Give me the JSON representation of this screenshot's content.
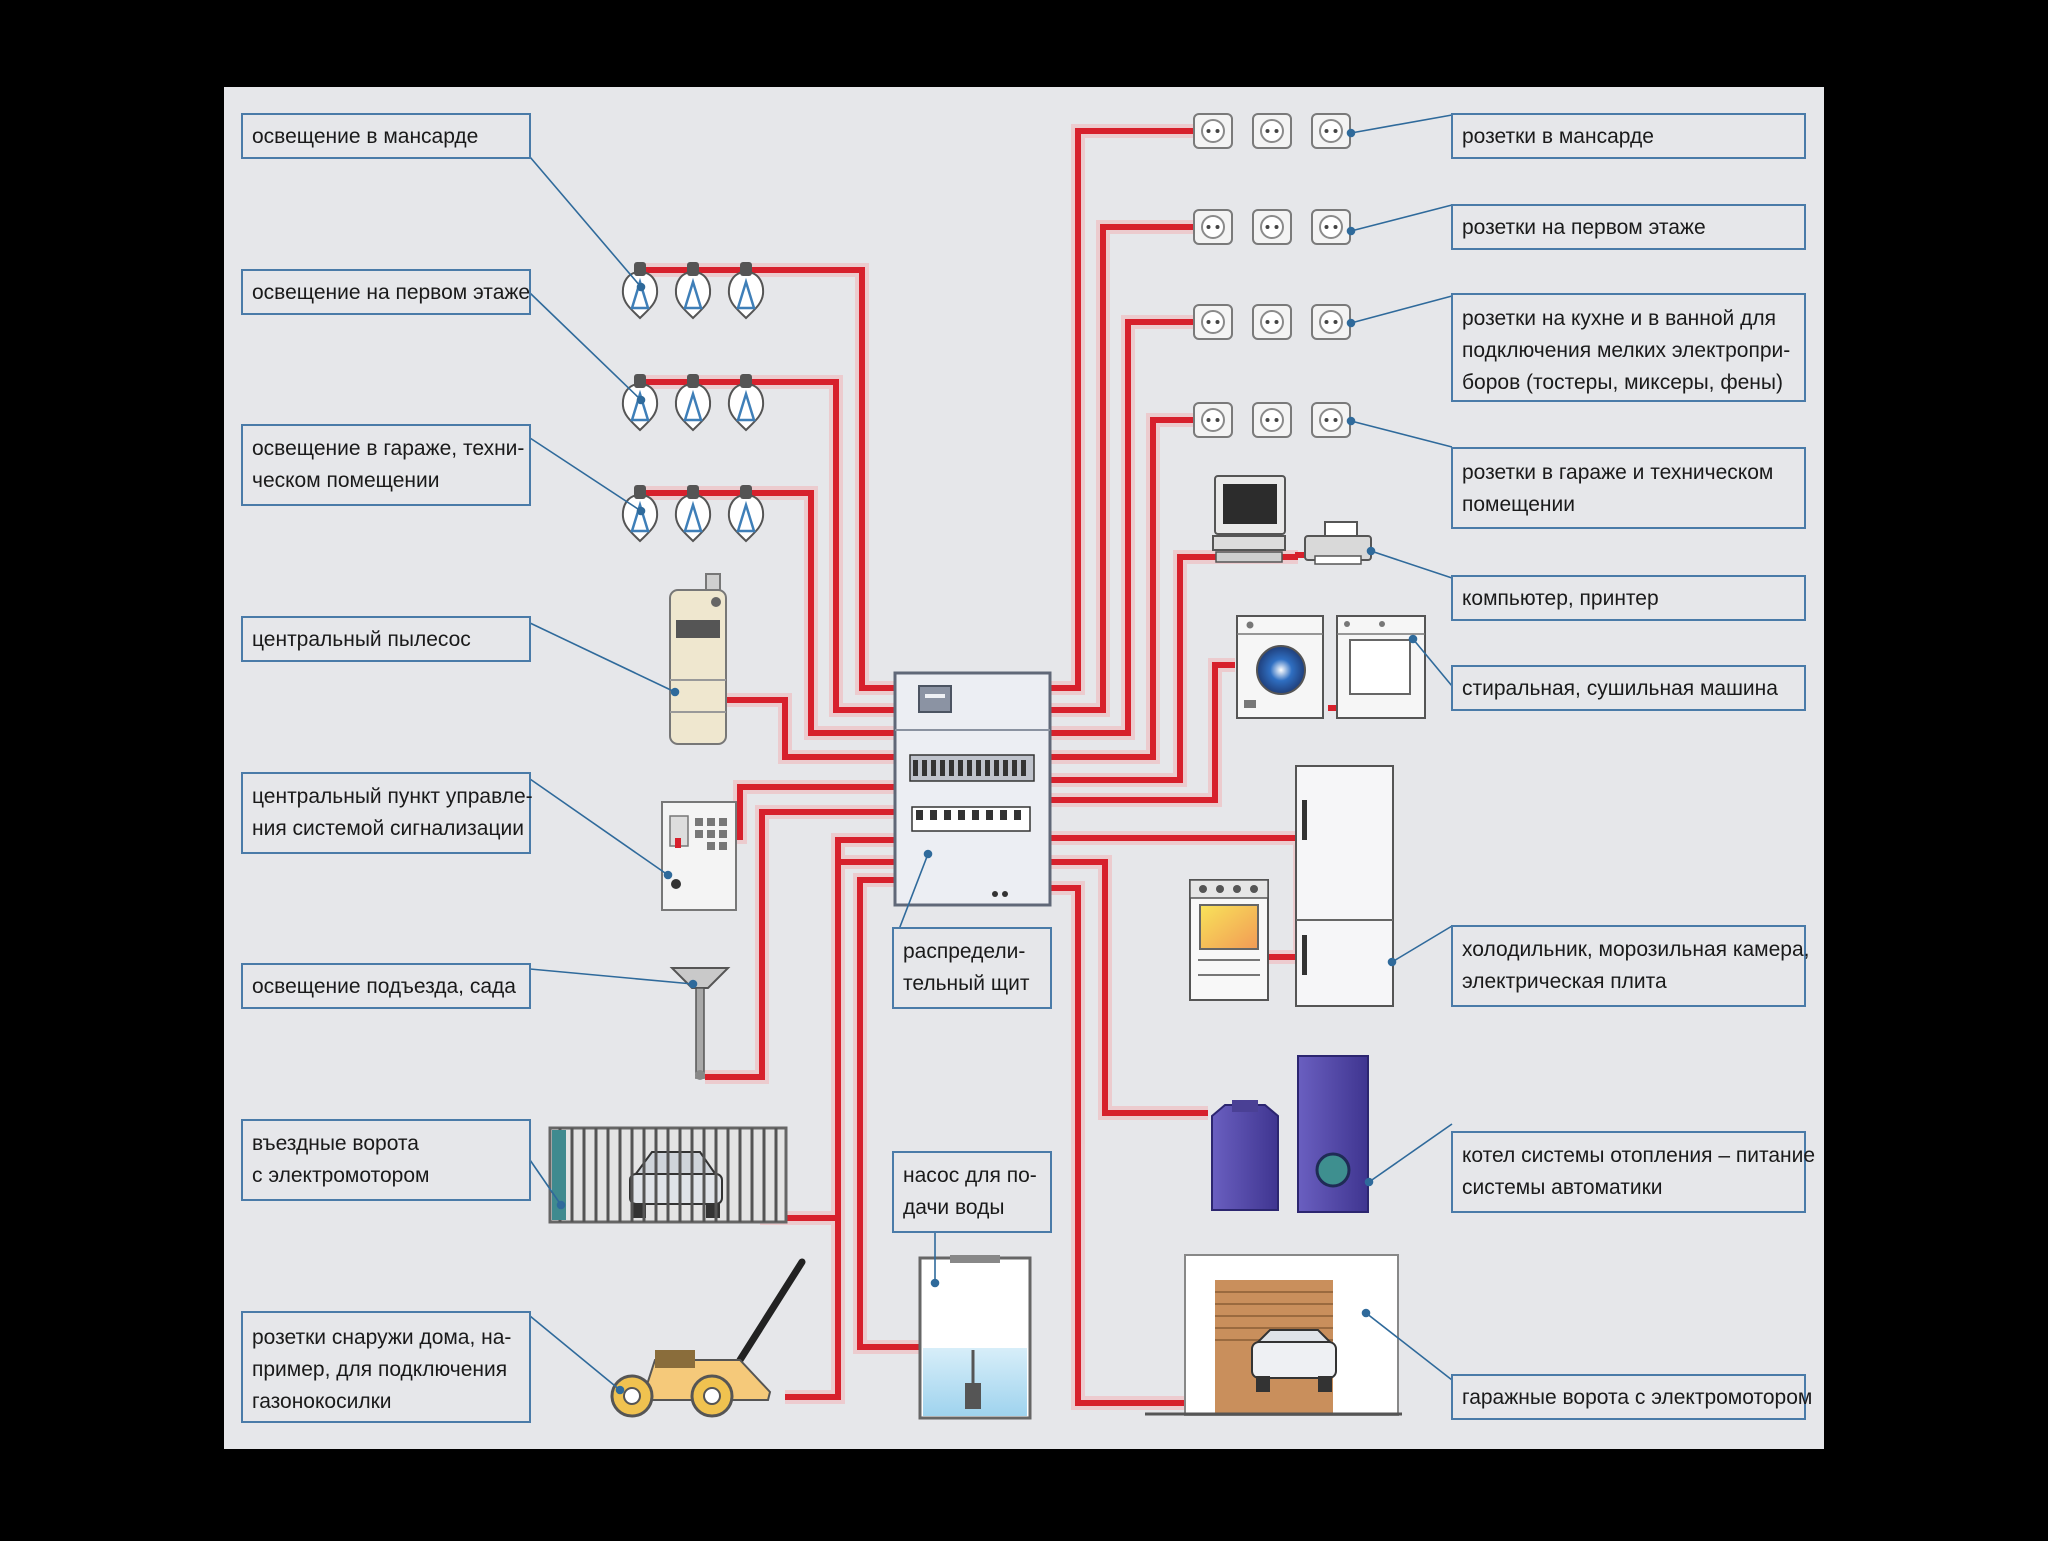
{
  "colors": {
    "background": "#000000",
    "panel": "#e6e7ea",
    "wire": "#d7202c",
    "wire_glow": "#f2b5b8",
    "label_border": "#4a7ba8",
    "leader": "#2f6a9b",
    "label_text": "#1a1a1a"
  },
  "labels": {
    "attic_lighting": "освещение в мансарде",
    "ground_lighting": "освещение на первом этаже",
    "garage_lighting_1": "освещение в гараже, техни-",
    "garage_lighting_2": "ческом помещении",
    "central_vacuum": "центральный пылесос",
    "alarm_1": "центральный пункт управле-",
    "alarm_2": "ния системой сигнализации",
    "porch_lighting": "освещение подъезда, сада",
    "gate_1": "въездные ворота",
    "gate_2": "с электромотором",
    "outdoor_1": "розетки снаружи дома, на-",
    "outdoor_2": "пример, для подключения",
    "outdoor_3": "газонокосилки",
    "panel_1": "распредели-",
    "panel_2": "тельный щит",
    "pump_1": "насос для по-",
    "pump_2": "дачи воды",
    "attic_sockets": "розетки в мансарде",
    "ground_sockets": "розетки на первом этаже",
    "kitchen_1": "розетки на кухне и в ванной для",
    "kitchen_2": "подключения мелких электропри-",
    "kitchen_3": "боров (тостеры, миксеры, фены)",
    "garage_sockets_1": "розетки в гараже и техническом",
    "garage_sockets_2": "помещении",
    "computer": "компьютер, принтер",
    "washer": "стиральная, сушильная машина",
    "fridge_1": "холодильник, морозильная камера,",
    "fridge_2": "электрическая плита",
    "boiler_1": "котел системы отопления – питание",
    "boiler_2": "системы автоматики",
    "garage_door": "гаражные ворота с электромотором"
  }
}
